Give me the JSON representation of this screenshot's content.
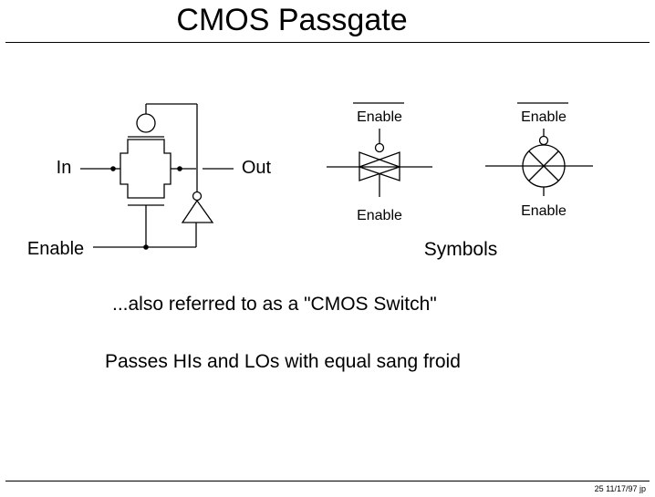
{
  "slide": {
    "title": "CMOS Passgate",
    "captions": {
      "switch": "...also referred to as a \"CMOS Switch\"",
      "passes": "Passes HIs and LOs with equal sang froid"
    },
    "footer": "25   11/17/97  jp"
  },
  "schematic": {
    "in_label": "In",
    "out_label": "Out",
    "enable_label": "Enable"
  },
  "symbols": {
    "heading": "Symbols",
    "bowtie": {
      "enable_bar_label": "Enable",
      "enable_label": "Enable"
    },
    "circle": {
      "enable_bar_label": "Enable",
      "enable_label": "Enable"
    }
  }
}
